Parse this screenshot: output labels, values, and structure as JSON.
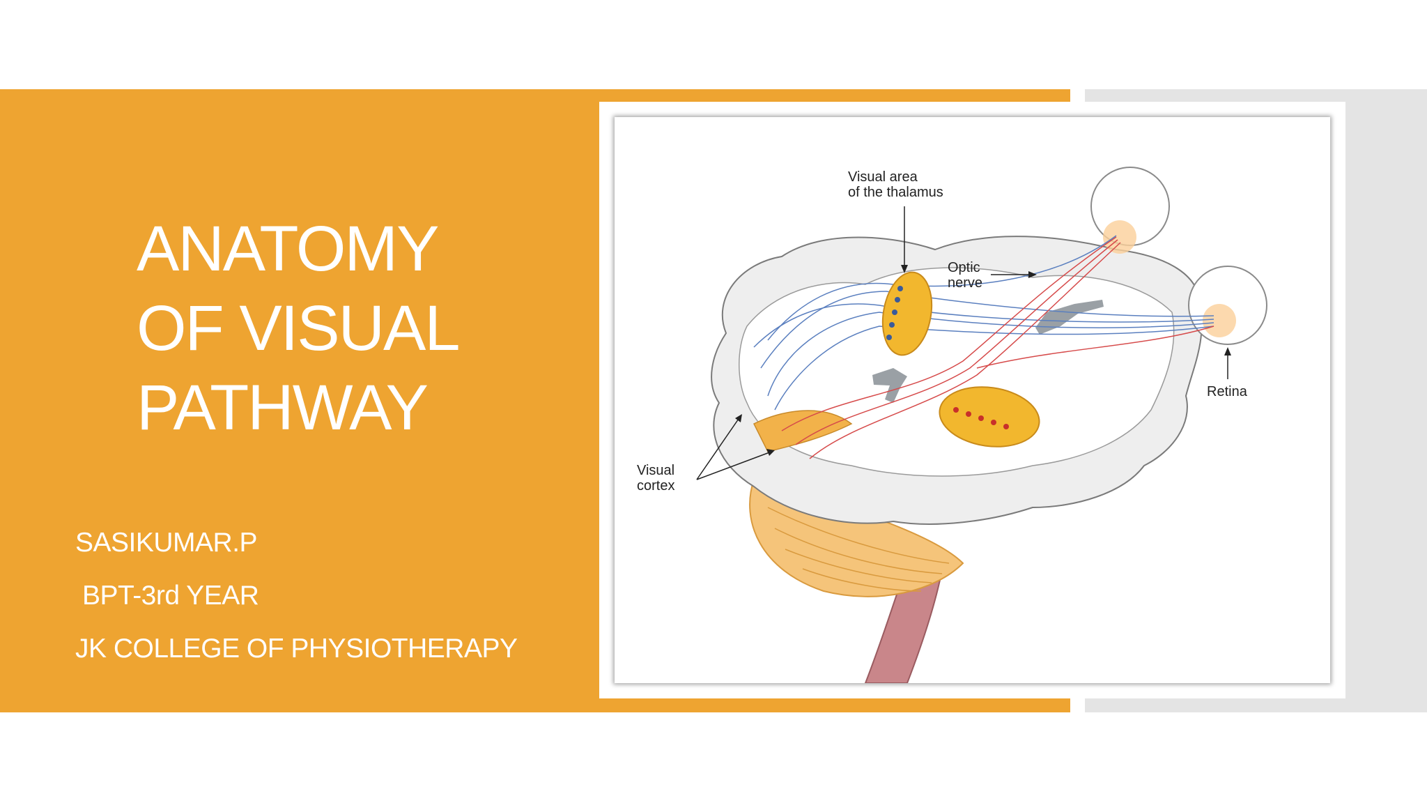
{
  "slide": {
    "title_lines": [
      "ANATOMY",
      "OF VISUAL",
      "PATHWAY"
    ],
    "author": "SASIKUMAR.P",
    "course": "BPT-3rd YEAR",
    "institution": "JK COLLEGE OF PHYSIOTHERAPY"
  },
  "figure": {
    "labels": {
      "thalamus_line1": "Visual area",
      "thalamus_line2": "of the thalamus",
      "optic_line1": "Optic",
      "optic_line2": "nerve",
      "retina": "Retina",
      "cortex_line1": "Visual",
      "cortex_line2": "cortex"
    }
  },
  "colors": {
    "accent_orange": "#eea431",
    "side_gray": "#e4e4e4",
    "pathway_blue": "#5a7fbf",
    "pathway_red": "#d64a4a",
    "thalamus_yellow": "#f2b72e"
  }
}
